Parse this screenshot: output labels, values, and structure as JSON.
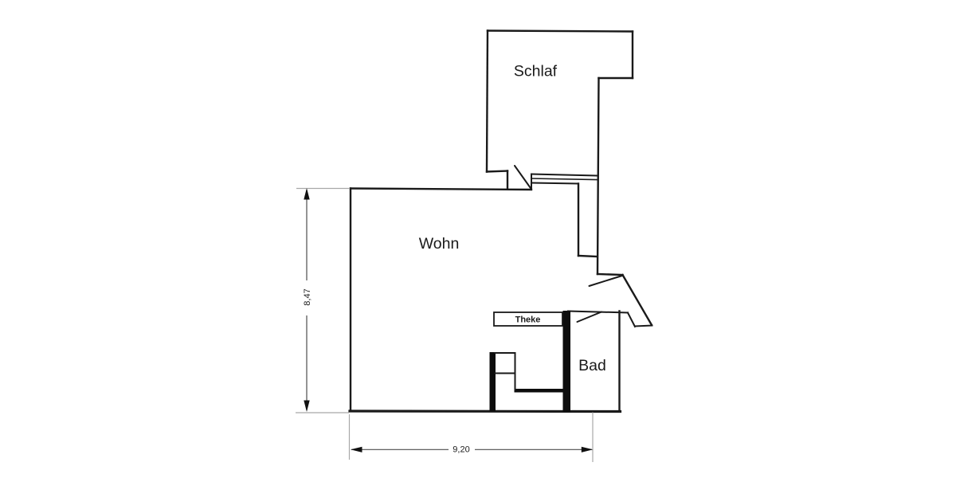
{
  "rooms": {
    "schlaf": "Schlaf",
    "wohn": "Wohn",
    "bad": "Bad",
    "theke": "Theke"
  },
  "dimensions": {
    "height": "8,47",
    "width": "9,20"
  },
  "colors": {
    "wall": "#1a1a1a",
    "poche_fill": "#0d0d0d",
    "dimension_line": "#4d4d4d",
    "extension_line": "#a8a8a8",
    "background": "#ffffff",
    "text": "#1a1a1a"
  }
}
